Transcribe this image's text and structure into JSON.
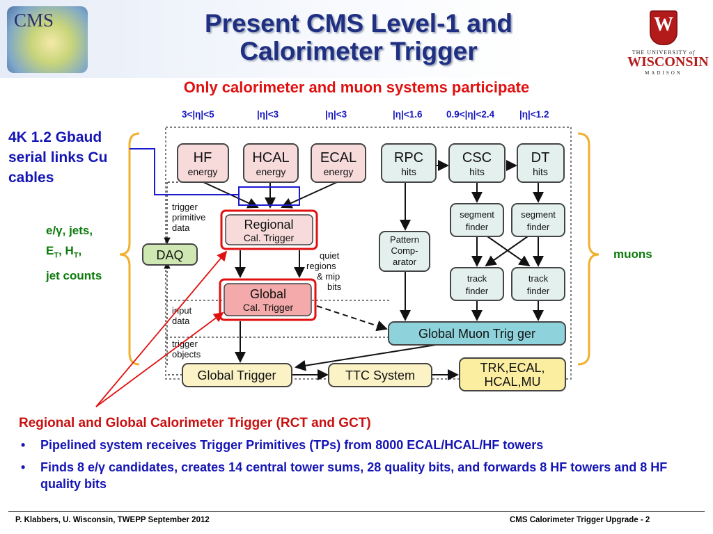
{
  "header": {
    "title_line1": "Present CMS Level-1 and",
    "title_line2": "Calorimeter Trigger",
    "subtitle": "Only calorimeter and muon systems participate"
  },
  "logos": {
    "cms_text": "CMS",
    "uw_the": "THE UNIVERSITY",
    "uw_of": "of",
    "uw_wisconsin": "WISCONSIN",
    "uw_madison": "MADISON"
  },
  "eta_labels": [
    "3<|η|<5",
    "|η|<3",
    "|η|<3",
    "|η|<1.6",
    "0.9<|η|<2.4",
    "|η|<1.2"
  ],
  "left_annotation": {
    "line1": "4K 1.2 Gbaud",
    "line2": "serial links Cu",
    "line3": "cables"
  },
  "calo_outputs": {
    "line1": "e/γ, jets,",
    "line2_e": "E",
    "line2_sub1": "T",
    "line2_mid": ", H",
    "line2_sub2": "T",
    "line2_end": ",",
    "line3": "jet counts"
  },
  "muons_label": "muons",
  "diagram": {
    "hf": [
      "HF",
      "energy"
    ],
    "hcal": [
      "HCAL",
      "energy"
    ],
    "ecal": [
      "ECAL",
      "energy"
    ],
    "rpc": [
      "RPC",
      "hits"
    ],
    "csc": [
      "CSC",
      "hits"
    ],
    "dt": [
      "DT",
      "hits"
    ],
    "rct": [
      "Regional",
      "Cal. Trigger"
    ],
    "gct": [
      "Global",
      "Cal. Trigger"
    ],
    "daq": "DAQ",
    "pattern": [
      "Pattern",
      "Comp-",
      "arator"
    ],
    "seg1": [
      "segment",
      "finder"
    ],
    "seg2": [
      "segment",
      "finder"
    ],
    "track1": [
      "track",
      "finder"
    ],
    "track2": [
      "track",
      "finder"
    ],
    "gmt": "Global Muon  Trig ger",
    "gt": "Global Trigger",
    "ttc": "TTC System",
    "trk": [
      "TRK,ECAL,",
      "HCAL,MU"
    ],
    "tpd": [
      "trigger",
      "primitive",
      "data"
    ],
    "quiet": [
      "quiet",
      "regions",
      "& mip",
      "bits"
    ],
    "input": [
      "input",
      "data"
    ],
    "objects": [
      "trigger",
      "objects"
    ]
  },
  "rct_heading": "Regional and Global Calorimeter Trigger (RCT and GCT)",
  "bullets": [
    "Pipelined system receives Trigger Primitives (TPs) from 8000 ECAL/HCAL/HF towers",
    "Finds 8 e/γ candidates, creates 14 central tower sums, 28 quality bits, and forwards 8 HF towers and 8 HF quality bits"
  ],
  "bullet_glyph": "•",
  "footer": {
    "left": "P. Klabbers, U. Wisconsin, TWEPP September 2012",
    "right": "CMS Calorimeter Trigger Upgrade -  2"
  },
  "colors": {
    "title": "#1f2f82",
    "subtitle_red": "#e01010",
    "eta_blue": "#1515c0",
    "annotation_green": "#0a7a0a",
    "calo_box": "#f7dada",
    "muon_box": "#e3f0ee",
    "gct_box": "#f4aaaa",
    "gmt_box": "#8ed2dc",
    "gt_box": "#fbf3c6",
    "daq_box": "#cfe8b3",
    "brace_orange": "#f0b030",
    "highlight_red": "#e01010"
  }
}
